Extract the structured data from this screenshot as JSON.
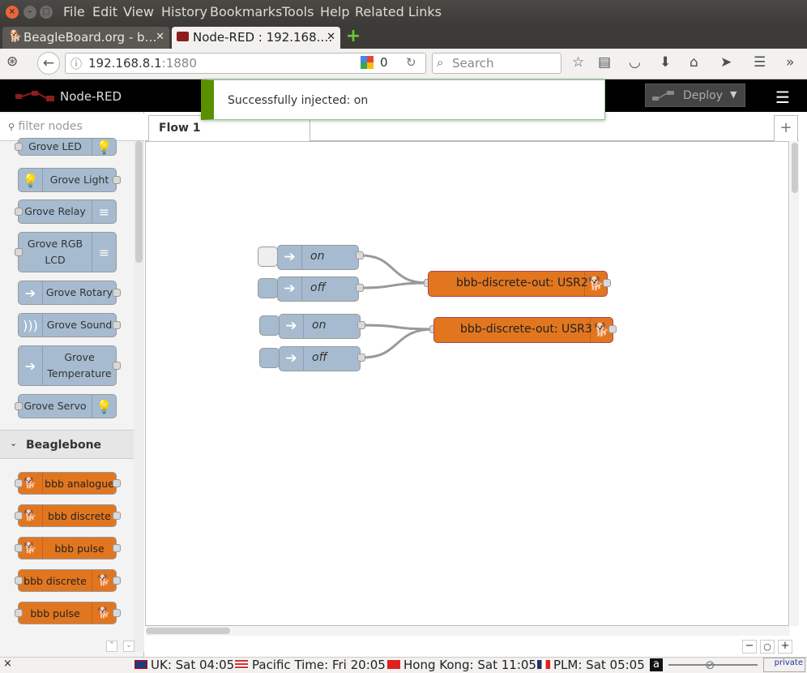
{
  "window": {
    "menu": [
      "File",
      "Edit",
      "View",
      "History",
      "Bookmarks",
      "Tools",
      "Help",
      "Related Links"
    ]
  },
  "tabs": [
    {
      "title": "BeagleBoard.org - b…",
      "active": false
    },
    {
      "title": "Node-RED : 192.168.…",
      "active": true
    }
  ],
  "nav": {
    "url_host": "192.168.8.1",
    "url_port": ":1880",
    "counter": "0",
    "search_placeholder": "Search"
  },
  "nodered": {
    "title": "Node-RED",
    "deploy_label": "Deploy",
    "notification": "Successfully injected: on",
    "filter_placeholder": "filter nodes",
    "flow_tab": "Flow 1",
    "category_beaglebone": "Beaglebone",
    "palette_grove": [
      {
        "label": "Grove LED",
        "icon": "bulb-icon",
        "icon_side": "right"
      },
      {
        "label": "Grove Light",
        "icon": "bulb-icon",
        "icon_side": "left"
      },
      {
        "label": "Grove Relay",
        "icon": "relay-icon",
        "icon_side": "right"
      },
      {
        "label": "Grove RGB LCD",
        "icon": "lcd-icon",
        "icon_side": "right"
      },
      {
        "label": "Grove Rotary",
        "icon": "arrow-icon",
        "icon_side": "left"
      },
      {
        "label": "Grove Sound",
        "icon": "sound-icon",
        "icon_side": "left"
      },
      {
        "label": "Grove Temperature",
        "icon": "arrow-icon",
        "icon_side": "left"
      },
      {
        "label": "Grove Servo",
        "icon": "bulb-icon",
        "icon_side": "right"
      }
    ],
    "palette_bbb": [
      {
        "label": "bbb analogue",
        "icon_side": "left"
      },
      {
        "label": "bbb discrete",
        "icon_side": "left"
      },
      {
        "label": "bbb pulse",
        "icon_side": "left"
      },
      {
        "label": "bbb discrete",
        "icon_side": "right"
      },
      {
        "label": "bbb pulse",
        "icon_side": "right"
      }
    ],
    "flow_nodes": {
      "inject1": "on",
      "inject2": "off",
      "inject3": "on",
      "inject4": "off",
      "out1": "bbb-discrete-out: USR2",
      "out2": "bbb-discrete-out: USR3"
    }
  },
  "statusbar": {
    "uk": "UK: Sat 04:05",
    "pacific": "Pacific Time: Fri 20:05",
    "hk": "Hong Kong: Sat 11:05",
    "plm": "PLM: Sat 05:05",
    "private": "private"
  },
  "colors": {
    "inject": "#a6bbcf",
    "bbb": "#e2761f",
    "notify_accent": "#5a8f00"
  }
}
